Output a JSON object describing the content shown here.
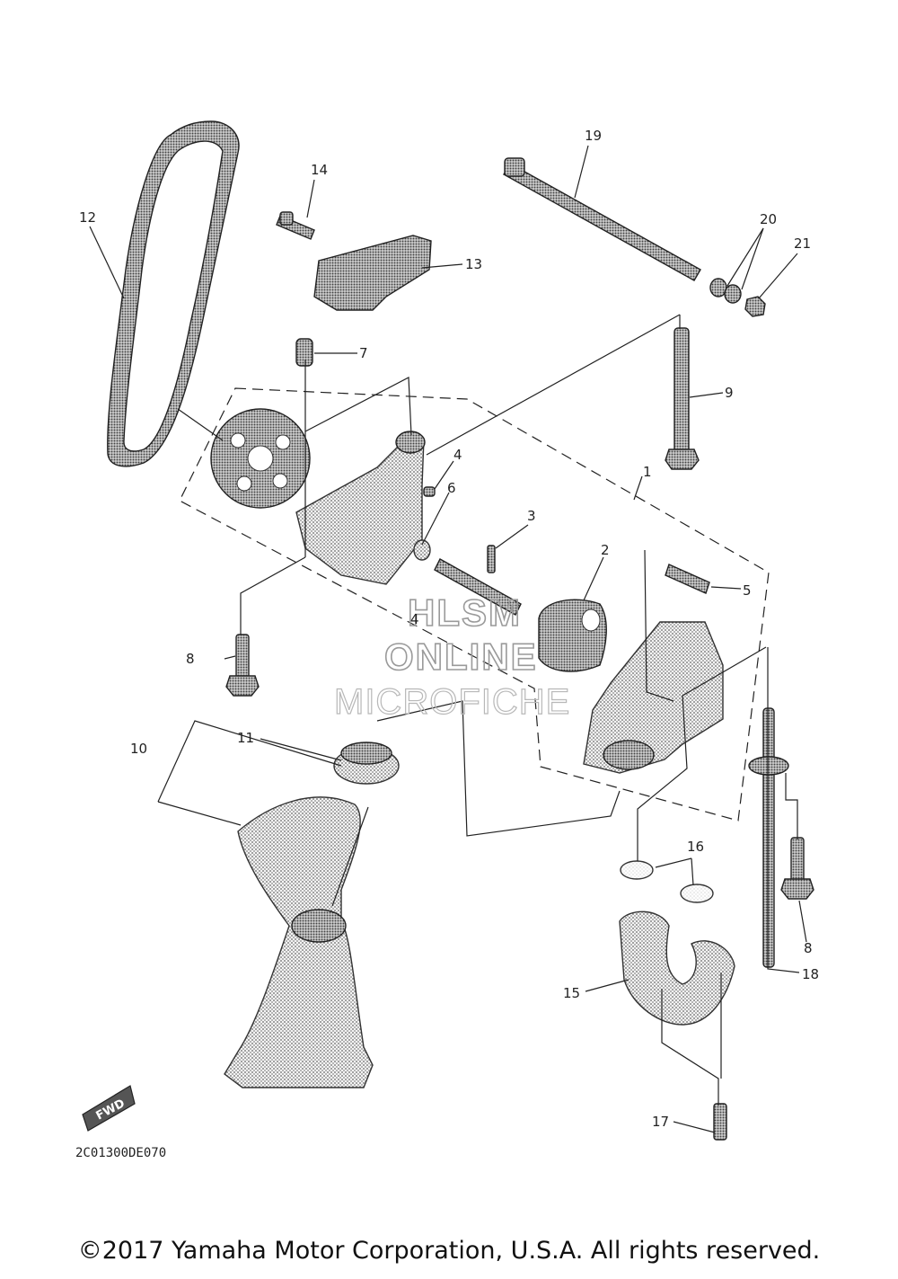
{
  "diagram": {
    "callouts": [
      {
        "id": "c1",
        "text": "1"
      },
      {
        "id": "c2",
        "text": "2"
      },
      {
        "id": "c3",
        "text": "3"
      },
      {
        "id": "c4a",
        "text": "4"
      },
      {
        "id": "c4b",
        "text": "4"
      },
      {
        "id": "c5",
        "text": "5"
      },
      {
        "id": "c6",
        "text": "6"
      },
      {
        "id": "c7",
        "text": "7"
      },
      {
        "id": "c8a",
        "text": "8"
      },
      {
        "id": "c8b",
        "text": "8"
      },
      {
        "id": "c9",
        "text": "9"
      },
      {
        "id": "c10",
        "text": "10"
      },
      {
        "id": "c11",
        "text": "11"
      },
      {
        "id": "c12",
        "text": "12"
      },
      {
        "id": "c13",
        "text": "13"
      },
      {
        "id": "c14",
        "text": "14"
      },
      {
        "id": "c15",
        "text": "15"
      },
      {
        "id": "c16",
        "text": "16"
      },
      {
        "id": "c17",
        "text": "17"
      },
      {
        "id": "c18",
        "text": "18"
      },
      {
        "id": "c19",
        "text": "19"
      },
      {
        "id": "c20",
        "text": "20"
      },
      {
        "id": "c21",
        "text": "21"
      }
    ],
    "watermark": {
      "line1": "HLSM",
      "line2": "ONLINE",
      "line3": "MICROFICHE"
    },
    "fwd_label": "FWD",
    "diagram_code": "2C01300DE070"
  },
  "footer": {
    "copyright": "©2017 Yamaha Motor Corporation, U.S.A. All rights reserved."
  }
}
